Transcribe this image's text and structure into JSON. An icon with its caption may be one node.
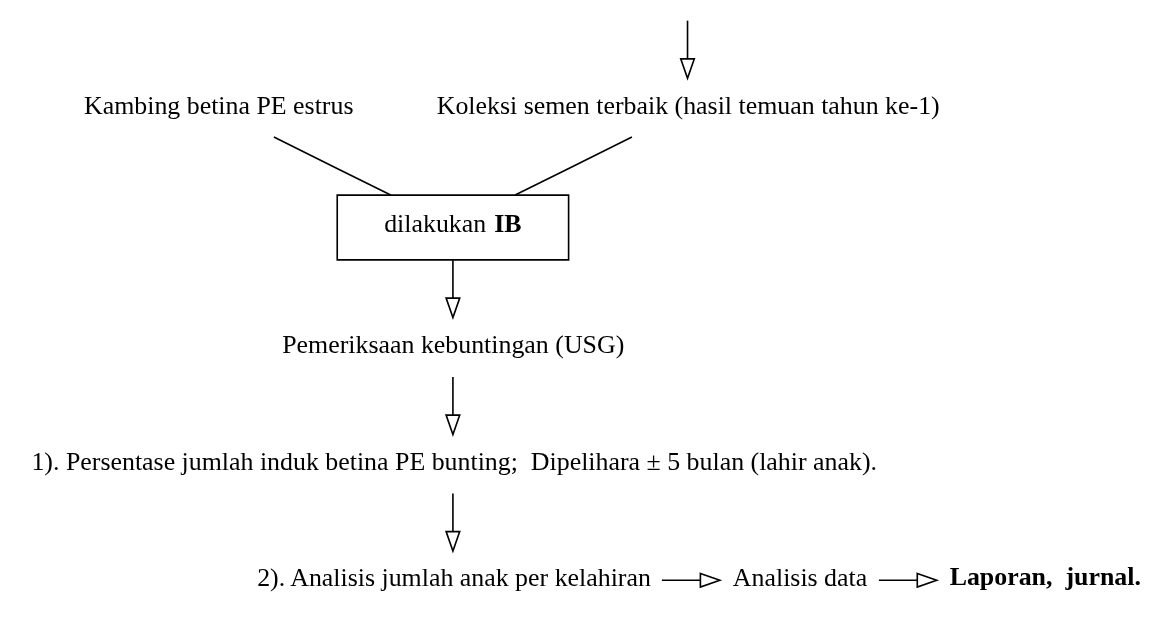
{
  "diagram": {
    "nodes": [
      {
        "text": [
          "Koleksi semen terbaik (hasil temuan tahun ke-1)"
        ]
      },
      {
        "text": [
          "Kambing betina PE estrus"
        ]
      },
      {
        "text": [
          "dilakukan **IB**"
        ]
      },
      {
        "text": [
          "Pemeriksaan kebuntingan (USG)"
        ]
      },
      {
        "text": [
          "1). Persentase jumlah induk betina PE bunting;  Dipelihara ± 5 bulan (lahir anak)."
        ]
      },
      {
        "text": [
          "2). Analisis jumlah anak per kelahiran"
        ]
      },
      {
        "text": [
          "Analisis data"
        ]
      },
      {
        "text": [
          "Laporan,  jurnal."
        ]
      }
    ],
    "edges": [
      {
        "from": null,
        "to": 0,
        "arrow": "to"
      },
      {
        "from": 0,
        "to": 2,
        "arrow": "none"
      },
      {
        "from": 1,
        "to": 2,
        "arrow": "none"
      },
      {
        "from": 2,
        "to": 3,
        "arrow": "to"
      },
      {
        "from": 3,
        "to": 4,
        "arrow": "to"
      },
      {
        "from": 4,
        "to": 5,
        "arrow": "to"
      },
      {
        "from": 5,
        "to": 6,
        "arrow": "to"
      },
      {
        "from": 6,
        "to": 7,
        "arrow": "to"
      }
    ]
  }
}
